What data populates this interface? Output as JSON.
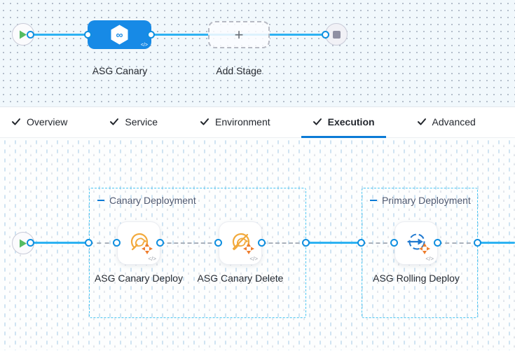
{
  "stage_graph": {
    "stage": {
      "label": "ASG Canary",
      "code_badge": "</>",
      "infinity_glyph": "∞"
    },
    "add_stage": {
      "label": "Add Stage",
      "plus_glyph": "+"
    }
  },
  "tabs": {
    "active_tab": "Execution",
    "items": [
      {
        "label": "Overview",
        "checked": true,
        "active": false
      },
      {
        "label": "Service",
        "checked": true,
        "active": false
      },
      {
        "label": "Environment",
        "checked": true,
        "active": false
      },
      {
        "label": "Execution",
        "checked": true,
        "active": true
      },
      {
        "label": "Advanced",
        "checked": true,
        "active": false
      }
    ]
  },
  "execution_graph": {
    "groups": [
      {
        "title": "Canary Deployment",
        "steps": [
          {
            "label": "ASG Canary Deploy",
            "icon": "asg-canary-deploy-icon",
            "code_badge": "</>"
          },
          {
            "label": "ASG Canary Delete",
            "icon": "asg-canary-delete-icon",
            "code_badge": "</>"
          }
        ]
      },
      {
        "title": "Primary Deployment",
        "steps": [
          {
            "label": "ASG Rolling Deploy",
            "icon": "asg-rolling-deploy-icon",
            "code_badge": "</>"
          }
        ]
      }
    ]
  },
  "colors": {
    "stage_blue": "#178ae6",
    "connector_blue": "#2eb2f2",
    "dot_border_blue": "#0f8fe0",
    "group_border_blue": "#4cc6f2",
    "active_tab_underline": "#0b7bd6",
    "icon_amber": "#f2a93b",
    "icon_orange": "#ee7d2d",
    "play_green": "#55bc62"
  }
}
